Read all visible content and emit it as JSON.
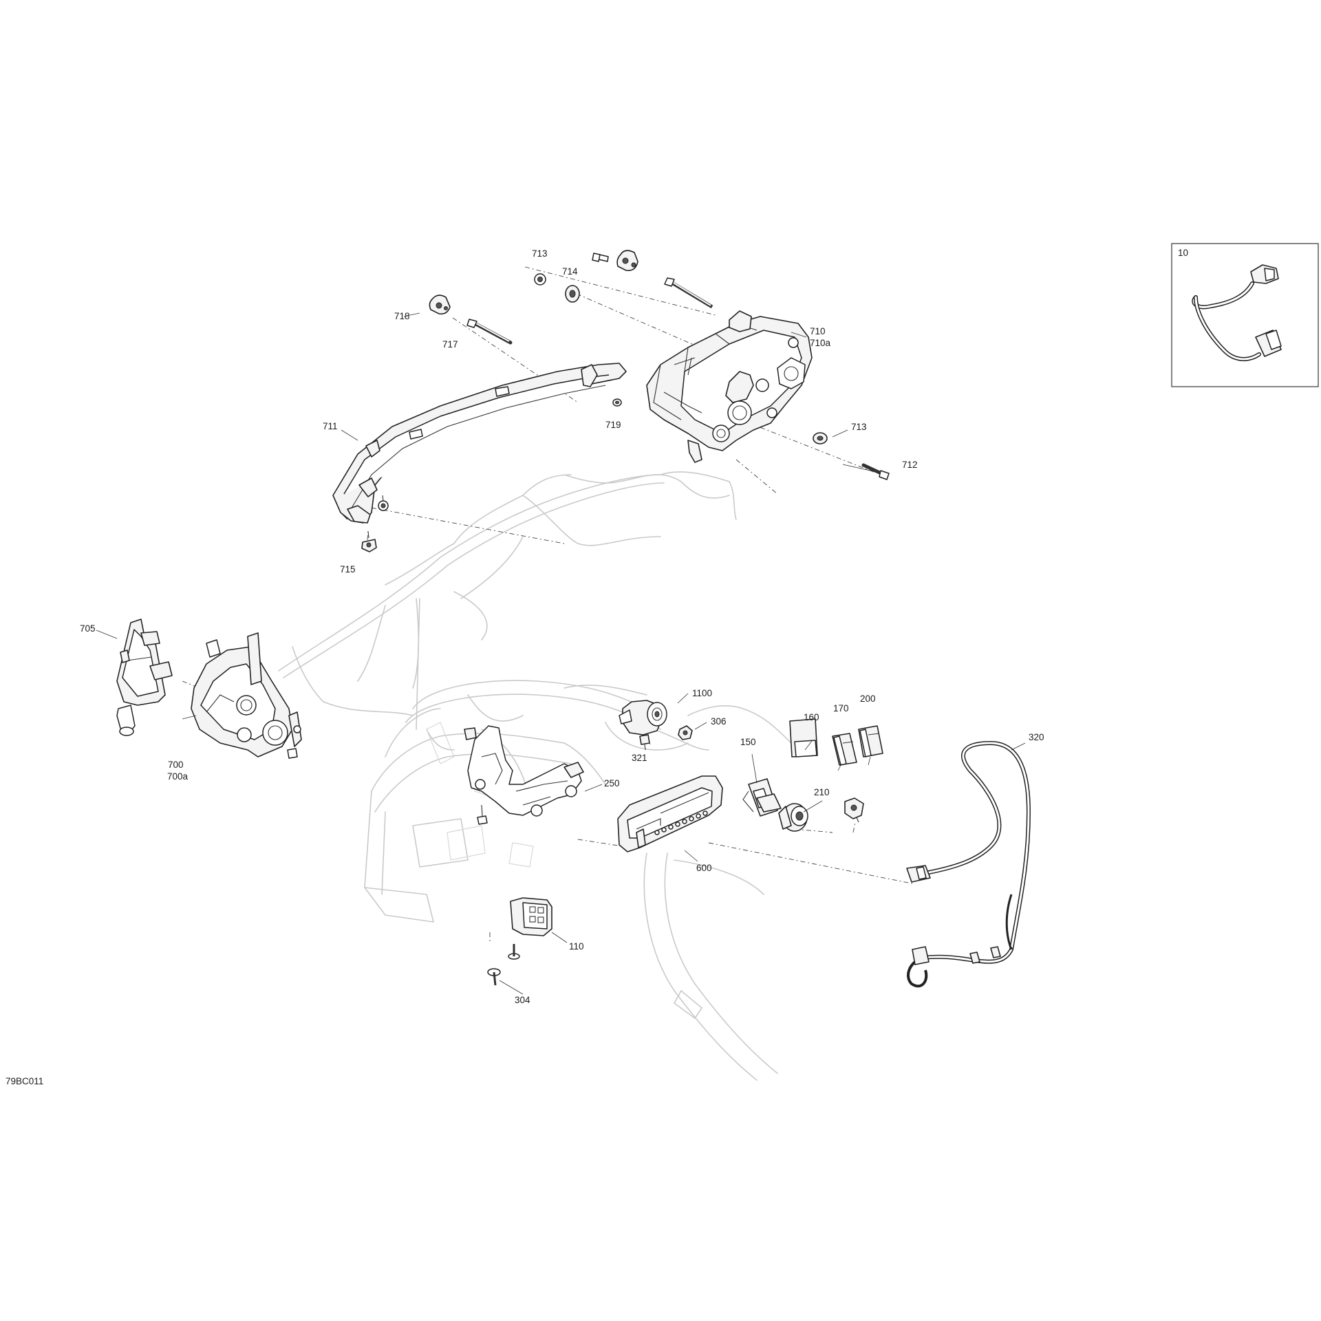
{
  "drawing_code": "79BC011",
  "inset": {
    "label": "10"
  },
  "callouts": {
    "c713a": "713",
    "c714": "714",
    "c718": "718",
    "c717": "717",
    "c710": "710",
    "c710a": "710a",
    "c711": "711",
    "c719": "719",
    "c713b": "713",
    "c712": "712",
    "c715": "715",
    "c705": "705",
    "c700": "700",
    "c700a": "700a",
    "c1100": "1100",
    "c306": "306",
    "c160": "160",
    "c170": "170",
    "c200": "200",
    "c150": "150",
    "c321": "321",
    "c320": "320",
    "c250": "250",
    "c210": "210",
    "c600": "600",
    "c110": "110",
    "c304": "304"
  }
}
